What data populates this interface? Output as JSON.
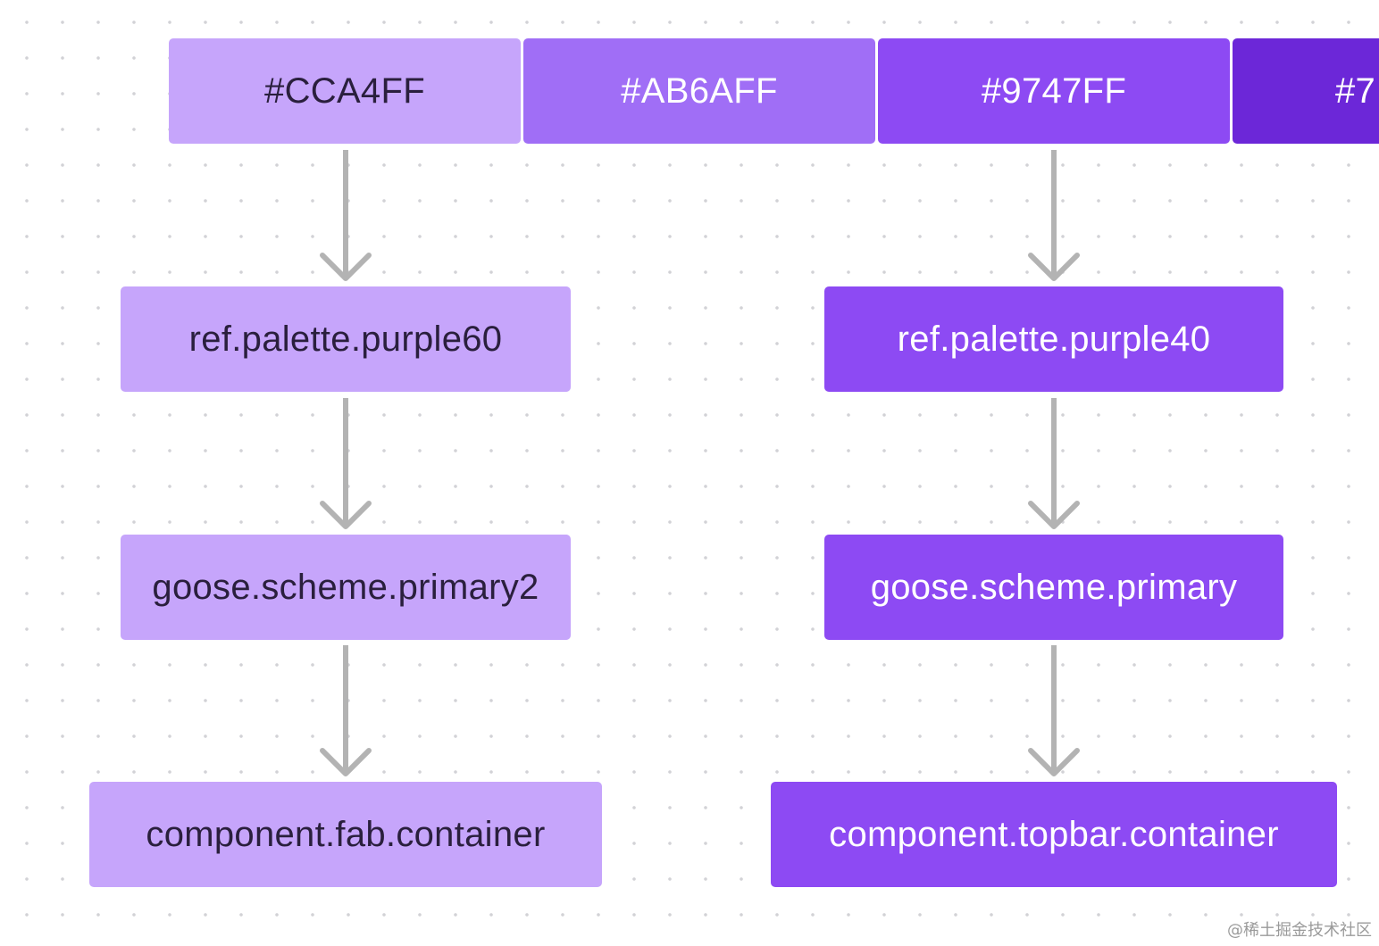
{
  "colors": {
    "swatch_1": "#C6A5FB",
    "swatch_2": "#A06EF6",
    "swatch_3": "#8D4AF3",
    "swatch_4": "#6C27D8",
    "light_node": "#C6A5FB",
    "dark_node": "#8D4AF3",
    "arrow": "#b3b3b3",
    "dark_text": "#2a1f3d",
    "light_text": "#ffffff"
  },
  "swatches": [
    {
      "label": "#CCA4FF"
    },
    {
      "label": "#AB6AFF"
    },
    {
      "label": "#9747FF"
    },
    {
      "label": "#7"
    }
  ],
  "left_chain": [
    {
      "label": "ref.palette.purple60"
    },
    {
      "label": "goose.scheme.primary2"
    },
    {
      "label": "component.fab.container"
    }
  ],
  "right_chain": [
    {
      "label": "ref.palette.purple40"
    },
    {
      "label": "goose.scheme.primary"
    },
    {
      "label": "component.topbar.container"
    }
  ],
  "watermark": "@稀土掘金技术社区"
}
